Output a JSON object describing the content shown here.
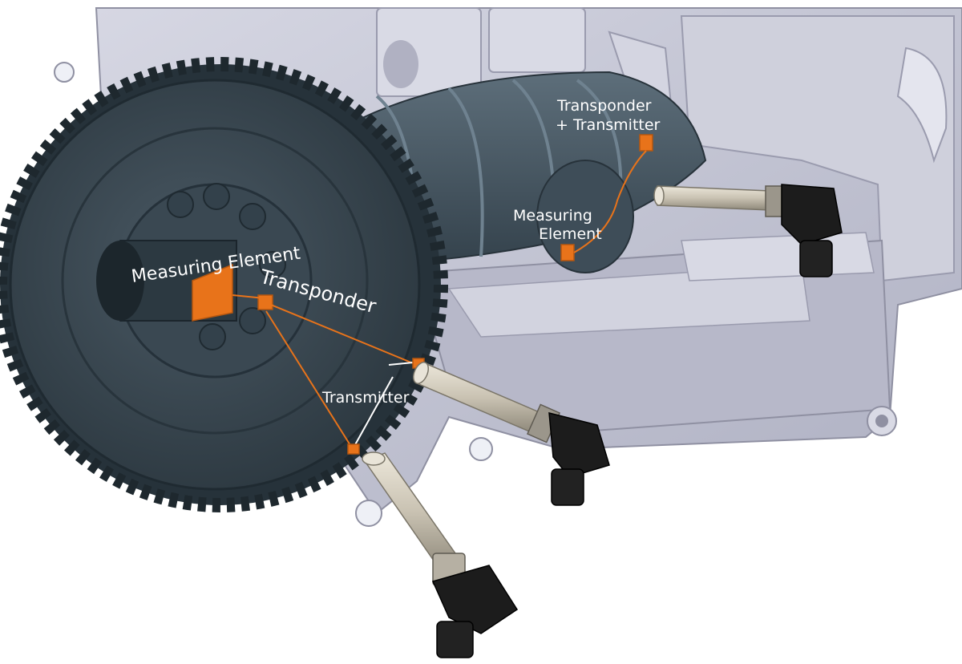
{
  "labels": {
    "measuring_element_flywheel": "Measuring Element",
    "transponder_flywheel": "Transponder",
    "transmitter_flywheel": "Transmitter",
    "transponder_transmitter_line1": "Transponder",
    "transponder_transmitter_line2": "+ Transmitter",
    "measuring_element_shaft_line1": "Measuring",
    "measuring_element_shaft_line2": "Element"
  },
  "colors": {
    "background": "#ffffff",
    "engine_block": "#c3c4d2",
    "engine_block_shadow": "#9e9fb0",
    "flywheel": "#3d4b55",
    "flywheel_dark": "#2a363f",
    "crankshaft": "#4a5a66",
    "sensor_body": "#d8d2c4",
    "sensor_connector": "#1c1c1c",
    "accent_orange": "#e8731a",
    "label_text": "#ffffff"
  }
}
